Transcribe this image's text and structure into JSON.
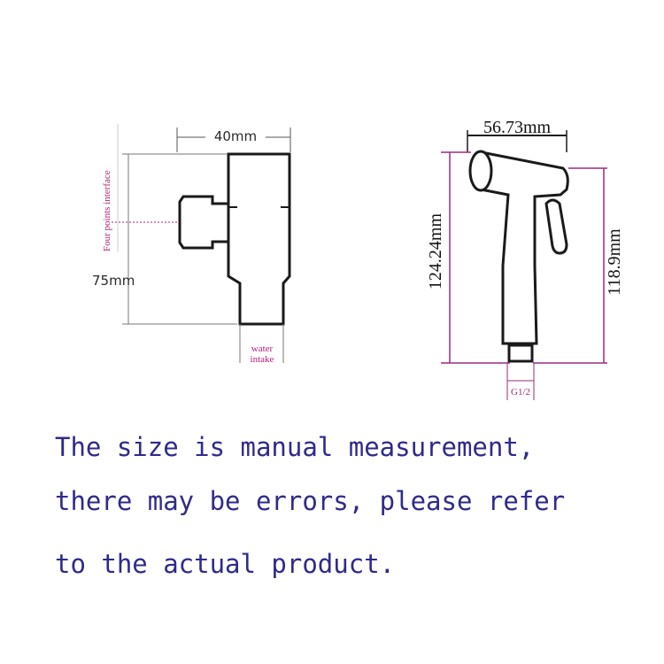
{
  "colors": {
    "outline": "#1a1a1a",
    "dimension_line": "#9a2d7a",
    "leader_line": "#444444",
    "caption_text": "#2f2a8c",
    "label_magenta": "#b0207a"
  },
  "left_view": {
    "width_label": "40mm",
    "height_label": "75mm",
    "side_label": "Four points interface",
    "bottom_label_line1": "water",
    "bottom_label_line2": "intake"
  },
  "right_view": {
    "width_label": "56.73mm",
    "left_height_label": "124.24mm",
    "right_height_label": "118.9mm",
    "thread_label": "G1/2"
  },
  "caption": {
    "line1": "The size is manual measurement,",
    "line2": "there may be errors, please refer",
    "line3": "to the actual product."
  }
}
